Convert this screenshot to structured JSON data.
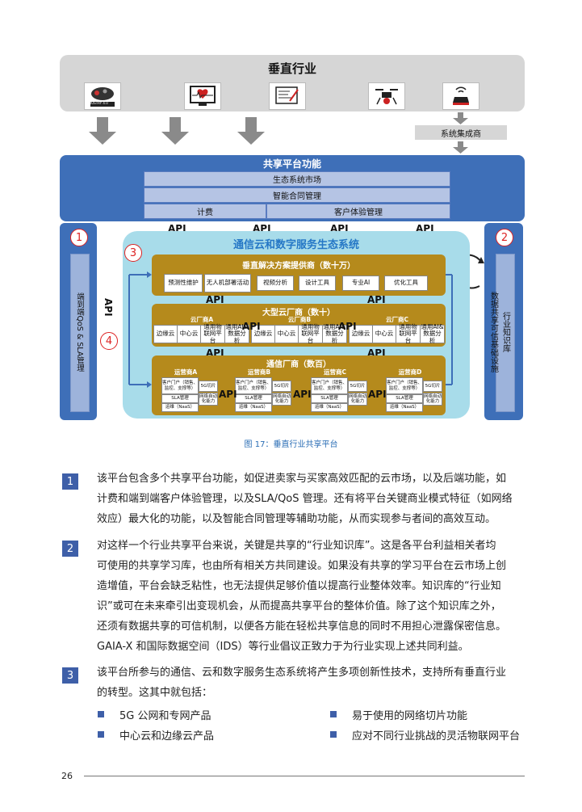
{
  "diagram": {
    "vertical_industries": {
      "title": "垂直行业",
      "icons": [
        "industry-4-0-icon",
        "health-monitor-icon",
        "blueprint-icon",
        "drone-icon",
        "connected-car-icon"
      ],
      "icon_label": "INDUSTRY 4.0",
      "system_integrator": "系统集成商"
    },
    "shared_platform": {
      "title": "共享平台功能",
      "rows": [
        "生态系统市场",
        "智能合同管理"
      ],
      "bottom_left": "计费",
      "bottom_right": "客户体验管理"
    },
    "api": "API",
    "circle_1": "1",
    "circle_2": "2",
    "circle_3": "3",
    "circle_4": "4",
    "left_column": "端到端QoS & SLA管理",
    "right_column_outer": "数据共享可信基础设施",
    "right_column_inner": "行业知识库",
    "ecosystem_title": "通信云和数字服务生态系统",
    "vertical_solutions": {
      "title": "垂直解决方案提供商（数十万）",
      "items": [
        "预测性维护",
        "无人机部署活动",
        "视频分析",
        "设计工具",
        "专业AI",
        "优化工具"
      ]
    },
    "cloud_providers": {
      "title": "大型云厂商（数十）",
      "vendors": [
        {
          "name": "云厂商A",
          "items": [
            "边缘云",
            "中心云",
            "通用物联网平台",
            "通用AI&数据分析"
          ]
        },
        {
          "name": "云厂商B",
          "items": [
            "边缘云",
            "中心云",
            "通用物联网平台",
            "通用AI&数据分析"
          ]
        },
        {
          "name": "云厂商C",
          "items": [
            "边缘云",
            "中心云",
            "通用物联网平台",
            "通用AI&数据分析"
          ]
        }
      ]
    },
    "telecom": {
      "title": "通信厂商（数百）",
      "operators": [
        {
          "name": "运营商A",
          "portal": "客户门户（销售、监控、支撑等）",
          "slicing": "5G切片",
          "sla": "SLA管理",
          "automation": "网络自动化能力",
          "naas": "运维（NaaS）"
        },
        {
          "name": "运营商B",
          "portal": "客户门户（销售、监控、支撑等）",
          "slicing": "5G切片",
          "sla": "SLA管理",
          "automation": "网络自动化能力",
          "naas": "运维（NaaS）"
        },
        {
          "name": "运营商C",
          "portal": "客户门户（销售、监控、支撑等）",
          "slicing": "5G切片",
          "sla": "SLA管理",
          "automation": "网络自动化能力",
          "naas": "运维（NaaS）"
        },
        {
          "name": "运营商D",
          "portal": "客户门户（销售、监控、支撑等）",
          "slicing": "5G切片",
          "sla": "SLA管理",
          "automation": "网络自动化能力",
          "naas": "运维（NaaS）"
        }
      ]
    }
  },
  "caption": "图 17：垂直行业共享平台",
  "paragraphs": [
    {
      "num": "1",
      "lines": [
        "该平台包含多个共享平台功能，如促进卖家与买家高效匹配的云市场，以及后端功能，如",
        "计费和端到端客户体验管理，以及SLA/QoS 管理。还有将平台关键商业模式特征（如网络",
        "效应）最大化的功能，以及智能合同管理等辅助功能，从而实现参与者间的高效互动。"
      ]
    },
    {
      "num": "2",
      "lines": [
        "对这样一个行业共享平台来说，关键是共享的“行业知识库”。这是各平台利益相关者均",
        "可使用的共享学习库，也由所有相关方共同建设。如果没有共享的学习平台在云市场上创",
        "造增值，平台会缺乏粘性，也无法提供足够价值以提高行业整体效率。知识库的“行业知",
        "识”或可在未来牵引出变现机会，从而提高共享平台的整体价值。除了这个知识库之外，",
        "还须有数据共享的可信机制，以便各方能在轻松共享信息的同时不用担心泄露保密信息。",
        "GAIA-X 和国际数据空间（IDS）等行业倡议正致力于为行业实现上述共同利益。"
      ]
    },
    {
      "num": "3",
      "lines": [
        "该平台所参与的通信、云和数字服务生态系统将产生多项创新性技术，支持所有垂直行业",
        "的转型。这其中就包括："
      ]
    }
  ],
  "bullets": [
    "5G 公网和专网产品",
    "易于使用的网络切片功能",
    "中心云和边缘云产品",
    "应对不同行业挑战的灵活物联网平台"
  ],
  "page_number": "26"
}
